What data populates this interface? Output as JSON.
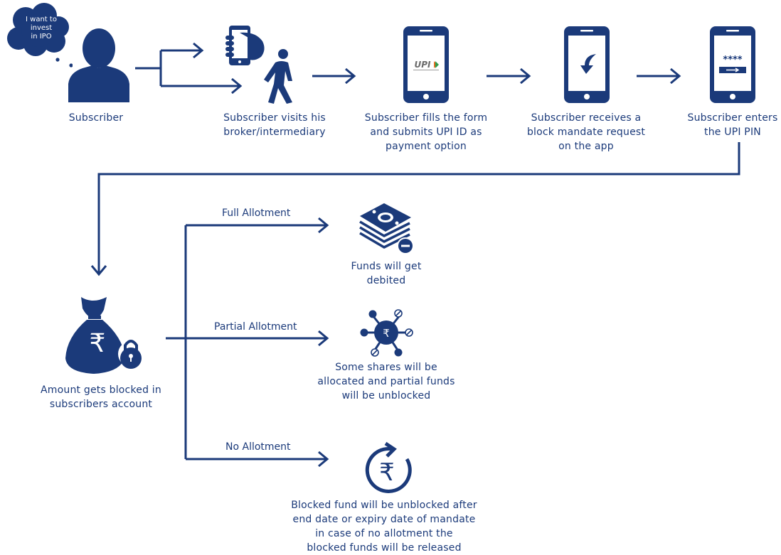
{
  "colors": {
    "primary": "#1b3a7a",
    "background": "#ffffff"
  },
  "thought_bubble": {
    "text": "I want to\ninvest\nin IPO"
  },
  "steps": [
    {
      "id": "subscriber",
      "icon": "person-icon",
      "label": "Subscriber"
    },
    {
      "id": "visit-broker",
      "icon": "phone-in-hand-and-walking-person-icon",
      "label": "Subscriber visits his\nbroker/intermediary"
    },
    {
      "id": "fill-form",
      "icon": "phone-upi-icon",
      "label": "Subscriber fills the form\nand submits UPI ID as\npayment option",
      "screen_text": "UPI"
    },
    {
      "id": "mandate-request",
      "icon": "phone-download-arrow-icon",
      "label": "Subscriber receives a\nblock mandate request\non the app"
    },
    {
      "id": "enter-pin",
      "icon": "phone-pin-entry-icon",
      "label": "Subscriber enters\nthe UPI PIN",
      "screen_text": "****"
    },
    {
      "id": "amount-blocked",
      "icon": "money-bag-lock-icon",
      "label": "Amount gets blocked in\nsubscribers account",
      "currency_symbol": "₹"
    }
  ],
  "branches": [
    {
      "id": "full",
      "label": "Full Allotment",
      "icon": "money-stack-minus-icon",
      "outcome": "Funds will get\ndebited"
    },
    {
      "id": "partial",
      "label": "Partial Allotment",
      "icon": "rupee-network-icon",
      "outcome": "Some shares will be\nallocated and partial funds\nwill be unblocked",
      "currency_symbol": "₹"
    },
    {
      "id": "none",
      "label": "No Allotment",
      "icon": "rupee-refresh-icon",
      "outcome": "Blocked fund will be unblocked after\nend date or expiry date of mandate\nin case of no allotment the\nblocked funds will be released",
      "currency_symbol": "₹"
    }
  ]
}
